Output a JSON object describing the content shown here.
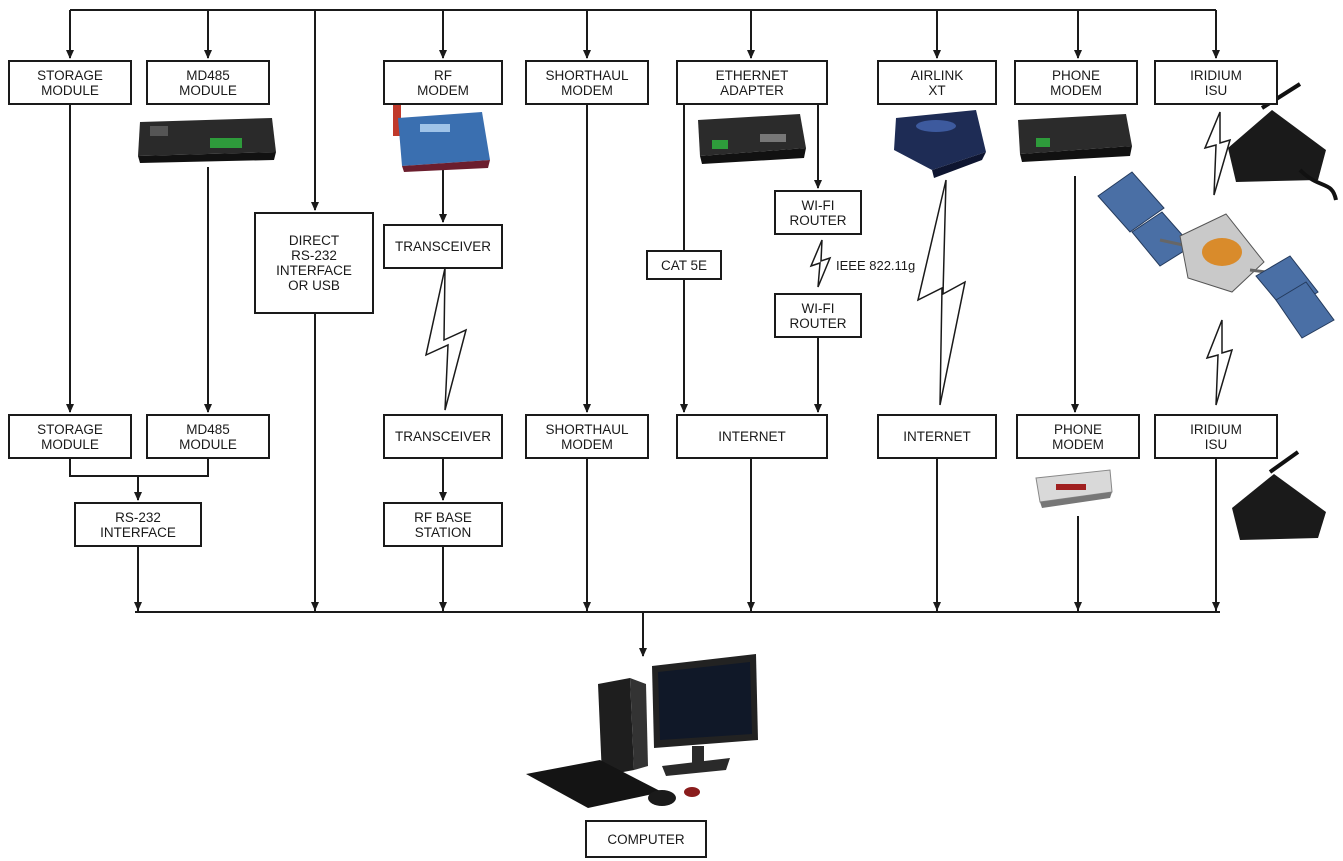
{
  "nodes": {
    "storage_top": "STORAGE\nMODULE",
    "md485_top": "MD485\nMODULE",
    "direct": "DIRECT\nRS-232\nINTERFACE\nOR USB",
    "rf_modem": "RF\nMODEM",
    "transceiver_top": "TRANSCEIVER",
    "transceiver_bottom": "TRANSCEIVER",
    "rf_base": "RF BASE\nSTATION",
    "shorthaul_top": "SHORTHAUL\nMODEM",
    "shorthaul_bottom": "SHORTHAUL\nMODEM",
    "ethernet": "ETHERNET\nADAPTER",
    "cat5e": "CAT 5E",
    "wifi_top": "WI-FI\nROUTER",
    "wifi_bottom": "WI-FI\nROUTER",
    "internet_1": "INTERNET",
    "airlink": "AIRLINK\nXT",
    "internet_2": "INTERNET",
    "phone_top": "PHONE\nMODEM",
    "phone_bottom": "PHONE\nMODEM",
    "iridium_top": "IRIDIUM\nISU",
    "iridium_bottom": "IRIDIUM\nISU",
    "storage_bottom": "STORAGE\nMODULE",
    "md485_bottom": "MD485\nMODULE",
    "rs232": "RS-232\nINTERFACE",
    "computer": "COMPUTER"
  },
  "labels": {
    "ieee": "IEEE 822.11g"
  }
}
